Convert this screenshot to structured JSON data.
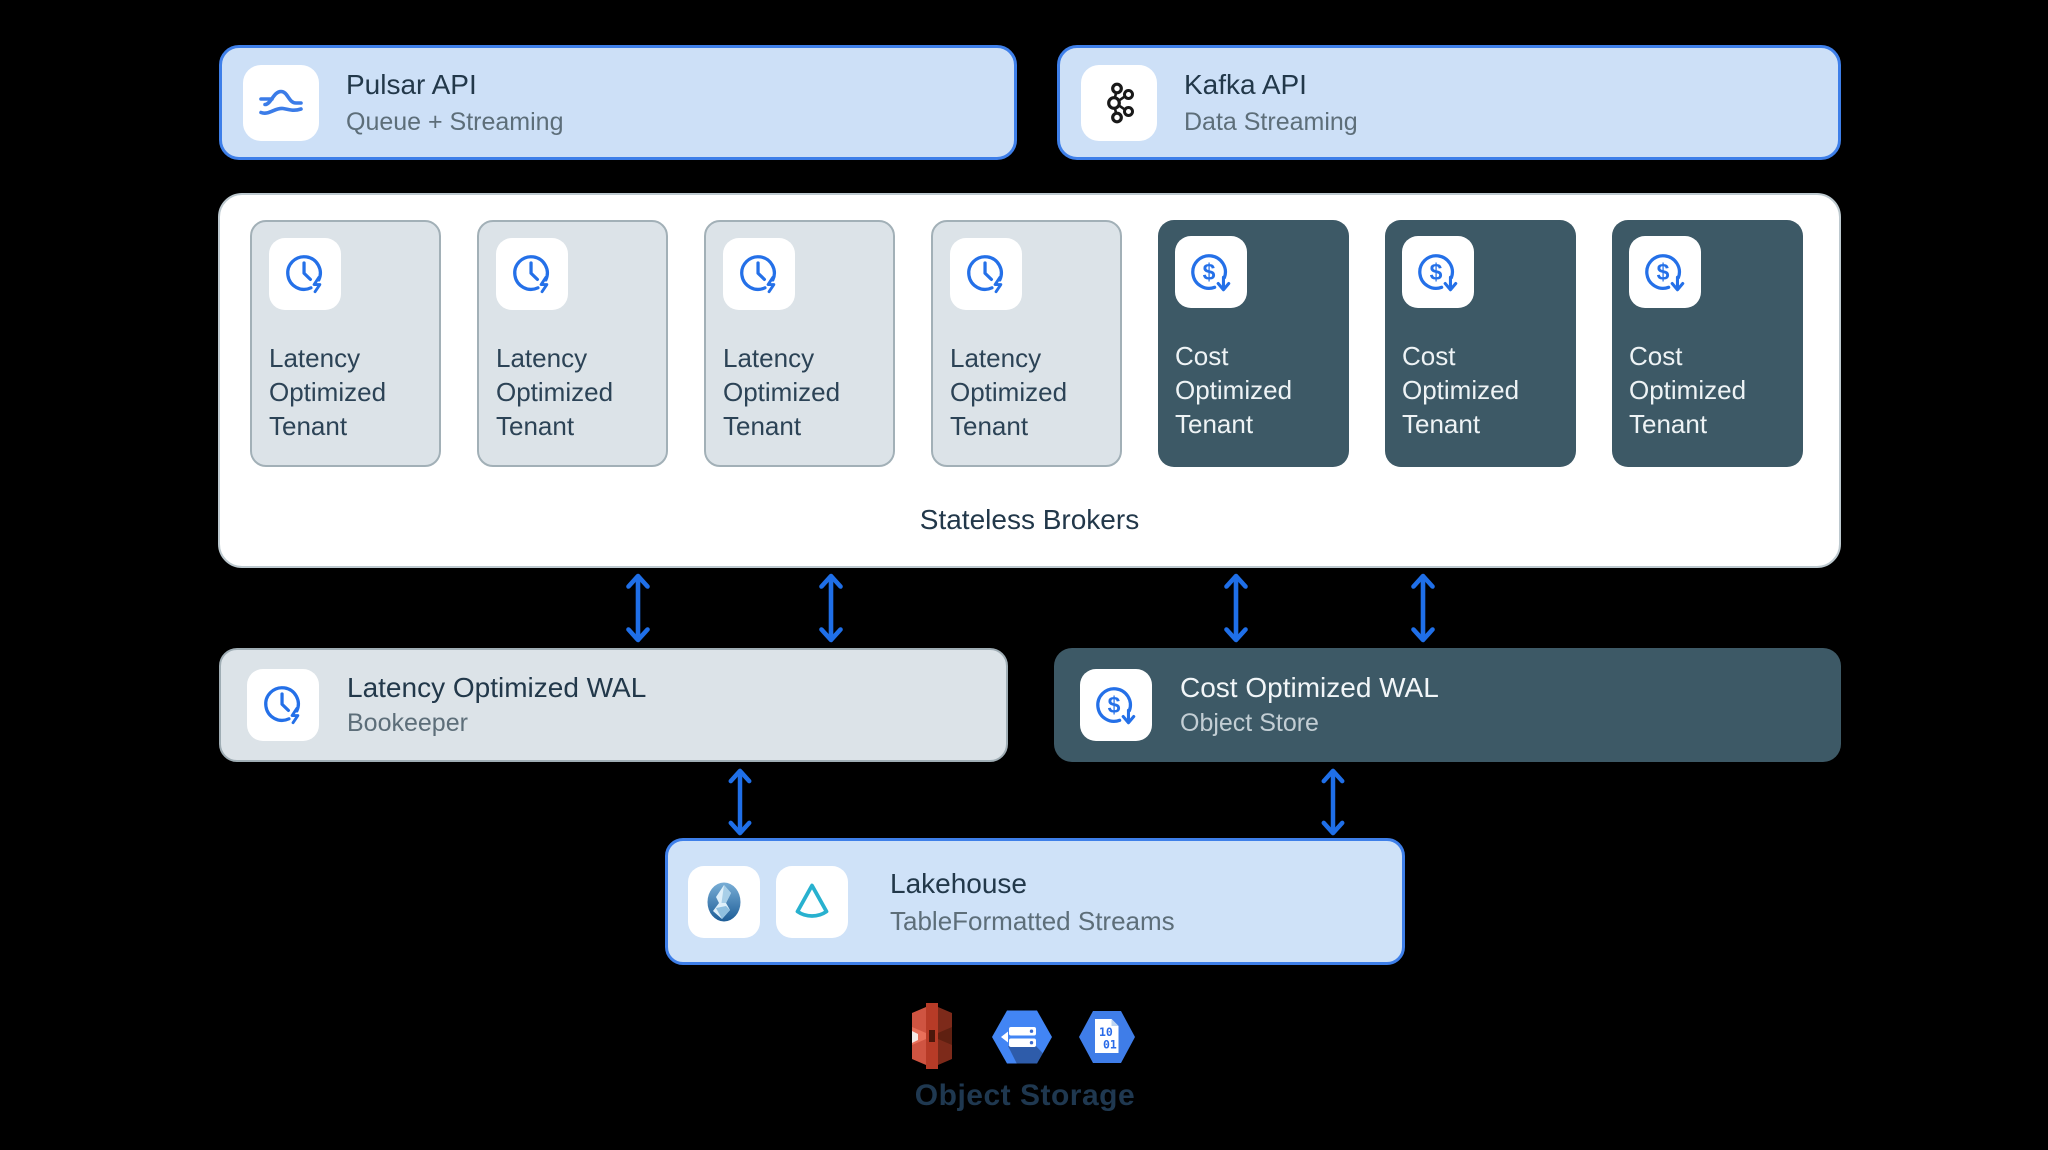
{
  "apis": [
    {
      "title": "Pulsar API",
      "subtitle": "Queue + Streaming",
      "icon": "pulsar-logo-icon"
    },
    {
      "title": "Kafka API",
      "subtitle": "Data Streaming",
      "icon": "kafka-logo-icon"
    }
  ],
  "brokers": {
    "label": "Stateless Brokers",
    "tenants": [
      {
        "type": "latency",
        "label": "Latency Optimized Tenant"
      },
      {
        "type": "latency",
        "label": "Latency Optimized Tenant"
      },
      {
        "type": "latency",
        "label": "Latency Optimized Tenant"
      },
      {
        "type": "latency",
        "label": "Latency Optimized Tenant"
      },
      {
        "type": "cost",
        "label": "Cost Optimized Tenant"
      },
      {
        "type": "cost",
        "label": "Cost Optimized Tenant"
      },
      {
        "type": "cost",
        "label": "Cost Optimized Tenant"
      }
    ]
  },
  "wal": [
    {
      "type": "latency",
      "title": "Latency Optimized WAL",
      "subtitle": "Bookeeper",
      "icon": "latency-clock-icon"
    },
    {
      "type": "cost",
      "title": "Cost Optimized WAL",
      "subtitle": "Object Store",
      "icon": "cost-dollar-icon"
    }
  ],
  "lakehouse": {
    "title": "Lakehouse",
    "subtitle": "TableFormatted Streams",
    "icons": [
      "iceberg-icon",
      "delta-lake-icon"
    ]
  },
  "object_storage": {
    "label": "Object Storage",
    "icons": [
      "aws-s3-icon",
      "google-cloud-storage-icon",
      "binary-data-icon"
    ]
  },
  "colors": {
    "background": "#000000",
    "light_blue_fill": "#cde0f7",
    "blue_border": "#3e7fe9",
    "light_gray_fill": "#dce3e8",
    "gray_border": "#a2b0b7",
    "dark_slate_fill": "#3d5966",
    "arrow_blue": "#1f6fe8",
    "icon_blue": "#2470e8",
    "title_text": "#22384a",
    "subtitle_text": "#5d6e79",
    "text_on_dark": "#eef3f5",
    "storage_label_text": "#1f3850"
  }
}
